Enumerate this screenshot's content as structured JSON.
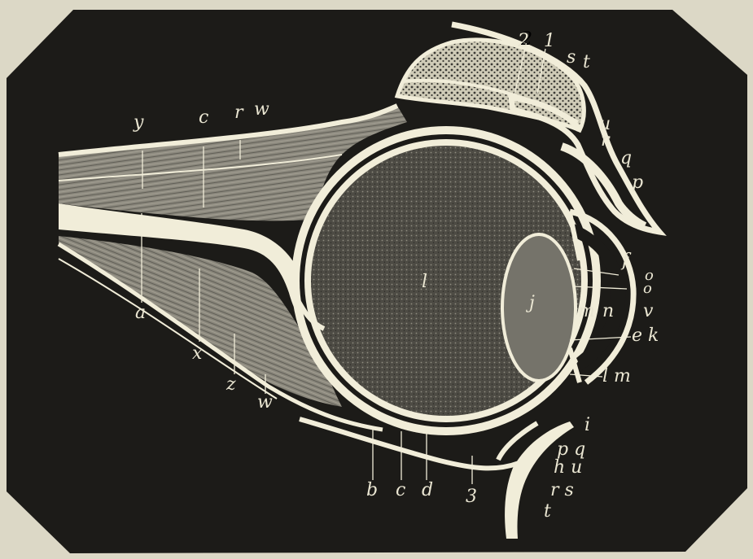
{
  "colors": {
    "paper": "#dcd8c6",
    "plate": "#1c1b18",
    "bone": "#f1edd9",
    "muscle": "#8c897e",
    "vitreous": "#57554d",
    "lens": "#75736a",
    "label": "#eae6d2"
  },
  "labels": {
    "top_1": "2",
    "top_2": "1",
    "top_3": "s",
    "top_4": "t",
    "y": "y",
    "c": "c",
    "r": "r",
    "w": "w",
    "u": "u",
    "r2": "r",
    "q": "q",
    "p": "p",
    "f": "f",
    "o1": "o",
    "o2": "o",
    "m": "m",
    "n": "n",
    "v": "v",
    "ek": "e k",
    "lm": "l m",
    "l": "l",
    "j": "j",
    "a": "a",
    "x": "x",
    "z": "z",
    "w2": "w",
    "i": "i",
    "pq": "p q",
    "hu": "h u",
    "rs": "r s",
    "t2": "t",
    "b": "b",
    "c2": "c",
    "d": "d",
    "three": "3"
  }
}
